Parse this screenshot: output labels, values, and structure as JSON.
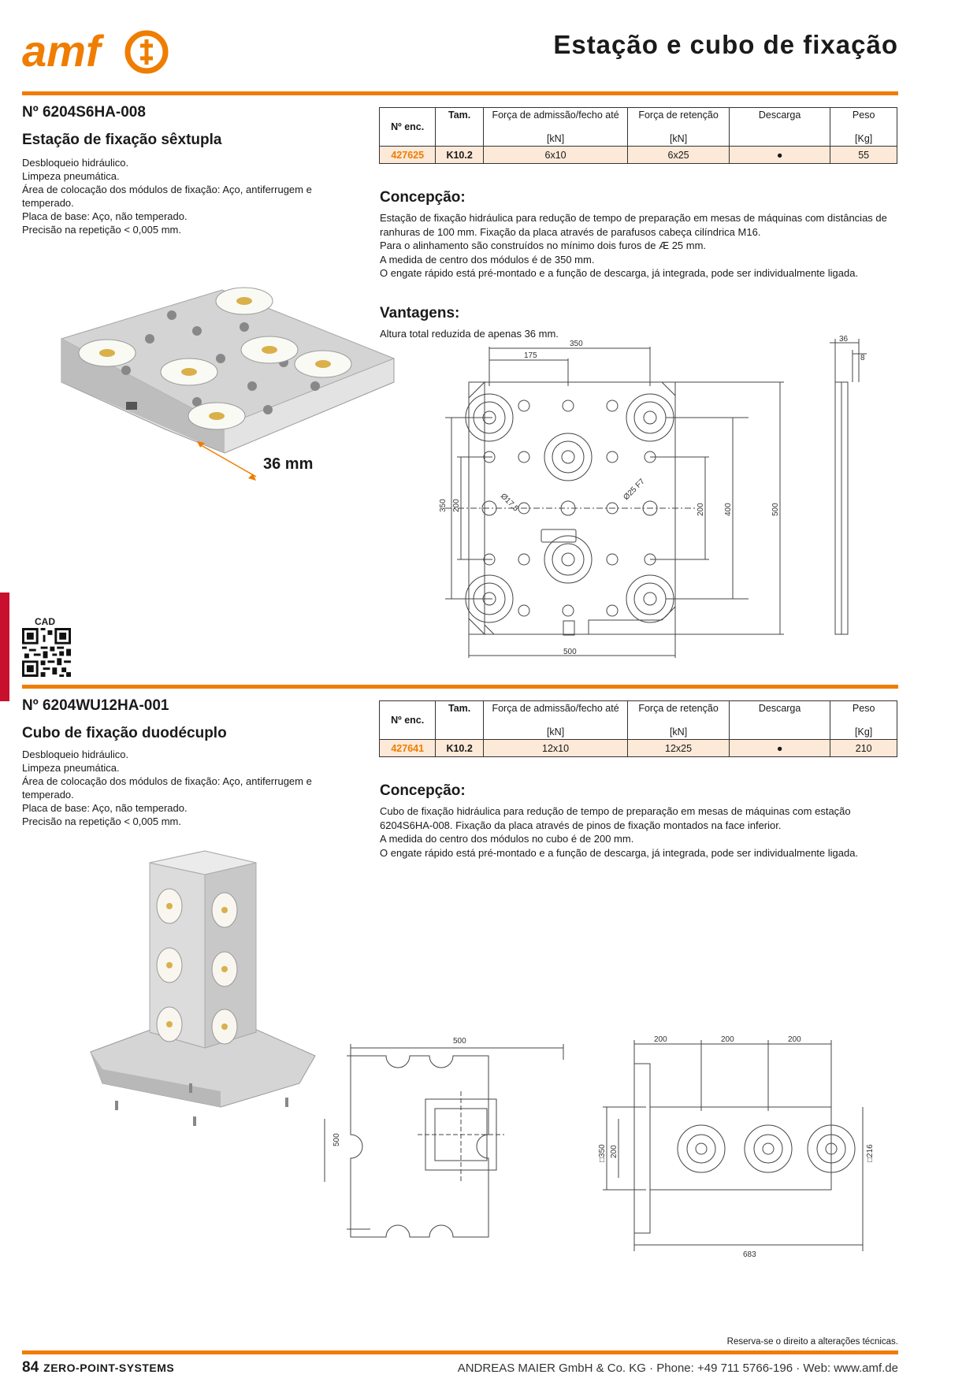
{
  "header": {
    "brand": "amf",
    "title": "Estação e cubo de fixação",
    "brand_color": "#ef7d00"
  },
  "product1": {
    "number": "Nº 6204S6HA-008",
    "name": "Estação de fixação sêxtupla",
    "features": [
      "Desbloqueio hidráulico.",
      "Limpeza pneumática.",
      "Área de colocação dos módulos de fixação: Aço, antiferrugem e temperado.",
      "Placa de base: Aço, não temperado.",
      "Precisão na repetição < 0,005 mm."
    ],
    "height_label": "36 mm",
    "table": {
      "h_no": "Nº enc.",
      "h_size": "Tam.",
      "h_force": "Força de admissão/fecho até",
      "h_hold": "Força de retenção",
      "h_release": "Descarga",
      "h_weight": "Peso",
      "u_force": "[kN]",
      "u_hold": "[kN]",
      "u_weight": "[Kg]",
      "order_no": "427625",
      "size": "K10.2",
      "force": "6x10",
      "hold": "6x25",
      "release": "●",
      "weight": "55"
    },
    "concept_title": "Concepção:",
    "concept_lines": [
      "Estação de fixação hidráulica para redução de tempo de preparação em mesas de máquinas com distâncias de ranhuras de 100 mm. Fixação da placa através de parafusos cabeça cilíndrica M16.",
      "Para o alinhamento são construídos no mínimo dois furos de Æ 25 mm.",
      "A medida de centro dos módulos é de 350 mm.",
      "O engate rápido está pré-montado e a função de descarga, já integrada, pode ser individualmente ligada."
    ],
    "advantages_title": "Vantagens:",
    "advantages_text": "Altura total reduzida de apenas 36 mm.",
    "drawing": {
      "d350": "350",
      "d175": "175",
      "d500b": "500",
      "dl350": "350",
      "dl200": "200",
      "dr200": "200",
      "dr400": "400",
      "dr500": "500",
      "ds36": "36",
      "ds8": "8",
      "phi175": "Ø17,5",
      "phi25": "Ø25 F7"
    }
  },
  "cad_label": "CAD",
  "product2": {
    "number": "Nº 6204WU12HA-001",
    "name": "Cubo de fixação duodécuplo",
    "features": [
      "Desbloqueio hidráulico.",
      "Limpeza pneumática.",
      "Área de colocação dos módulos de fixação: Aço, antiferrugem e temperado.",
      "Placa de base: Aço, não temperado.",
      "Precisão na repetição < 0,005 mm."
    ],
    "table": {
      "h_no": "Nº enc.",
      "h_size": "Tam.",
      "h_force": "Força de admissão/fecho até",
      "h_hold": "Força de retenção",
      "h_release": "Descarga",
      "h_weight": "Peso",
      "u_force": "[kN]",
      "u_hold": "[kN]",
      "u_weight": "[Kg]",
      "order_no": "427641",
      "size": "K10.2",
      "force": "12x10",
      "hold": "12x25",
      "release": "●",
      "weight": "210"
    },
    "concept_title": "Concepção:",
    "concept_lines": [
      "Cubo de fixação hidráulica para redução de tempo de preparação em mesas de máquinas com estação 6204S6HA-008. Fixação da placa através de pinos de fixação montados na face inferior.",
      "A medida do centro dos módulos no cubo é de 200 mm.",
      "O engate rápido está pré-montado e a função de descarga, já integrada, pode ser individualmente ligada."
    ],
    "drawing": {
      "t500": "500",
      "l500": "500",
      "s200a": "200",
      "s200b": "200",
      "s200c": "200",
      "sq350": "□350",
      "v200": "200",
      "sq216": "□216",
      "b683": "683"
    }
  },
  "footer": {
    "note": "Reserva-se o direito a alterações técnicas.",
    "page": "84",
    "section": "ZERO-POINT-SYSTEMS",
    "company": "ANDREAS MAIER GmbH & Co. KG · Phone: +49 711 5766-196 · Web: www.amf.de"
  }
}
